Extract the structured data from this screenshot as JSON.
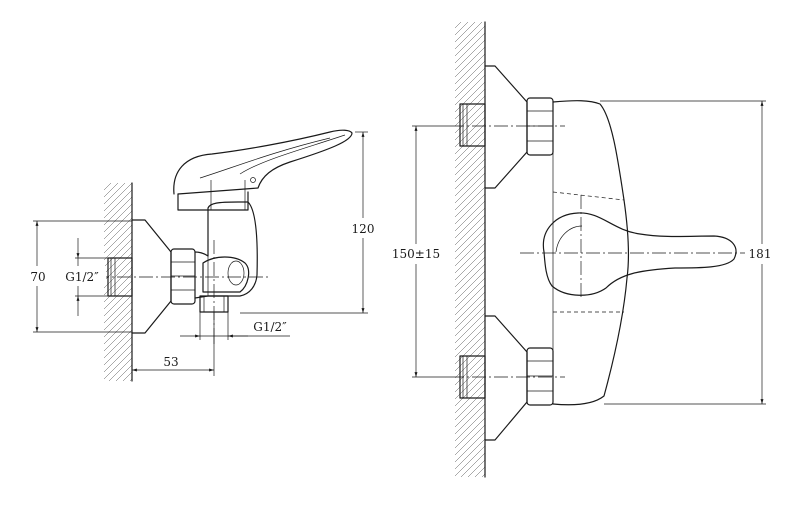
{
  "drawing": {
    "side_view": {
      "dim_width": "70",
      "dim_inlet_thread": "G1/2″",
      "dim_height": "120",
      "dim_depth": "53",
      "dim_outlet_thread": "G1/2″"
    },
    "front_view": {
      "dim_centers": "150±15",
      "dim_total_height": "181"
    },
    "colors": {
      "line": "#1a1a1a",
      "background": "#ffffff"
    }
  }
}
